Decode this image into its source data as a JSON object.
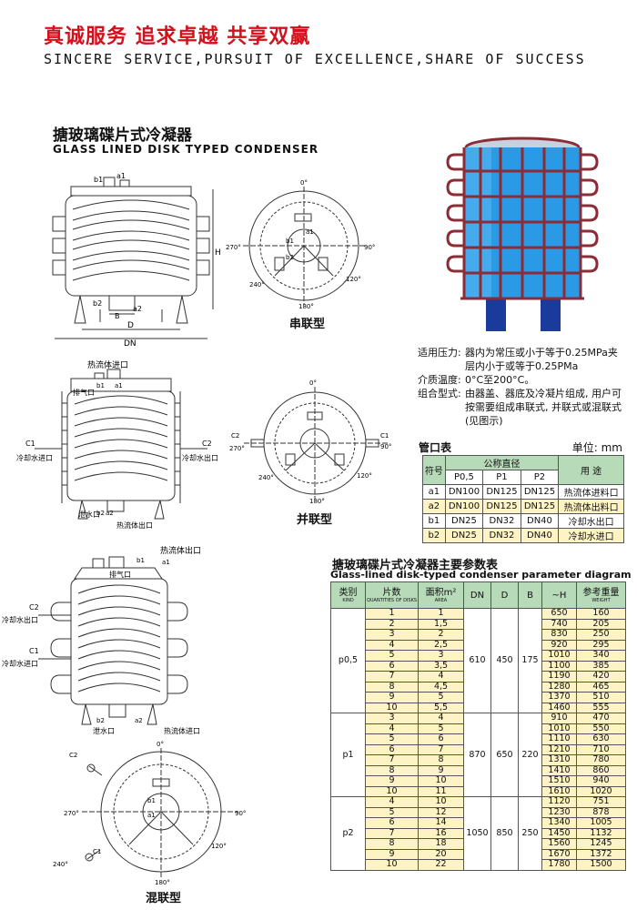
{
  "header": {
    "slogan_cn": "真诚服务 追求卓越 共享双赢",
    "slogan_en": "SINCERE SERVICE,PURSUIT OF EXCELLENCE,SHARE OF SUCCESS"
  },
  "product": {
    "title_cn": "搪玻璃碟片式冷凝器",
    "title_en": "GLASS LINED DISK TYPED CONDENSER"
  },
  "diagrams": {
    "series_caption": "串联型",
    "parallel_caption": "并联型",
    "mixed_caption": "混联型",
    "dim_H": "H",
    "dim_D": "D",
    "dim_DN": "DN",
    "dim_B": "B",
    "label_a1": "a1",
    "label_a2": "a2",
    "label_b1": "b1",
    "label_b2": "b2",
    "label_c1": "C1",
    "label_c2": "C2",
    "ang0": "0°",
    "ang90": "90°",
    "ang120": "120°",
    "ang180": "180°",
    "ang240": "240°",
    "ang270": "270°",
    "hot_in": "热流体进口",
    "hot_out": "热流体出口",
    "vent": "排气口",
    "drain": "泄水口",
    "cool_in": "冷却水进口",
    "cool_out": "冷却水出口"
  },
  "specs": [
    {
      "label": "适用压力:",
      "value": "器内为常压或小于等于0.25MPa夹层内小于或等于0.25PMa"
    },
    {
      "label": "介质温度:",
      "value": "0°C至200°C。"
    },
    {
      "label": "组合型式:",
      "value": "由器盖、器底及冷凝片组成, 用户可按需要组成串联式, 并联式或混联式(见图示)"
    }
  ],
  "port_table": {
    "title": "管口表",
    "unit": "单位: mm",
    "headers": {
      "symbol": "符号",
      "nominal": "公称直径",
      "purpose": "用 途",
      "p05": "P0,5",
      "p1": "P1",
      "p2": "P2"
    },
    "rows": [
      {
        "symbol": "a1",
        "p05": "DN100",
        "p1": "DN125",
        "p2": "DN125",
        "purpose": "热流体进料口"
      },
      {
        "symbol": "a2",
        "p05": "DN100",
        "p1": "DN125",
        "p2": "DN125",
        "purpose": "热流体出料口"
      },
      {
        "symbol": "b1",
        "p05": "DN25",
        "p1": "DN32",
        "p2": "DN40",
        "purpose": "冷却水出口"
      },
      {
        "symbol": "b2",
        "p05": "DN25",
        "p1": "DN32",
        "p2": "DN40",
        "purpose": "冷却水进口"
      }
    ]
  },
  "param_table": {
    "title_cn": "搪玻璃碟片式冷凝器主要参数表",
    "title_en": "Glass-lined disk-typed condenser parameter diagram",
    "headers": {
      "kind": "类别",
      "kind_en": "KIND",
      "disks": "片数",
      "disks_en": "QUANTITIES OF DISKS",
      "area": "面积m²",
      "area_en": "AREA",
      "dn": "DN",
      "d": "D",
      "b": "B",
      "h": "~H",
      "weight": "参考重量",
      "weight_en": "WEIGHT"
    },
    "groups": [
      {
        "kind": "p0,5",
        "dn": "610",
        "d": "450",
        "b": "175",
        "rows": [
          [
            "1",
            "1",
            "650",
            "160"
          ],
          [
            "2",
            "1,5",
            "740",
            "205"
          ],
          [
            "3",
            "2",
            "830",
            "250"
          ],
          [
            "4",
            "2,5",
            "920",
            "295"
          ],
          [
            "5",
            "3",
            "1010",
            "340"
          ],
          [
            "6",
            "3,5",
            "1100",
            "385"
          ],
          [
            "7",
            "4",
            "1190",
            "420"
          ],
          [
            "8",
            "4,5",
            "1280",
            "465"
          ],
          [
            "9",
            "5",
            "1370",
            "510"
          ],
          [
            "10",
            "5,5",
            "1460",
            "555"
          ]
        ]
      },
      {
        "kind": "p1",
        "dn": "870",
        "d": "650",
        "b": "220",
        "rows": [
          [
            "3",
            "4",
            "910",
            "470"
          ],
          [
            "4",
            "5",
            "1010",
            "550"
          ],
          [
            "5",
            "6",
            "1110",
            "630"
          ],
          [
            "6",
            "7",
            "1210",
            "710"
          ],
          [
            "7",
            "8",
            "1310",
            "780"
          ],
          [
            "8",
            "9",
            "1410",
            "860"
          ],
          [
            "9",
            "10",
            "1510",
            "940"
          ],
          [
            "10",
            "11",
            "1610",
            "1020"
          ]
        ]
      },
      {
        "kind": "p2",
        "dn": "1050",
        "d": "850",
        "b": "250",
        "rows": [
          [
            "4",
            "10",
            "1120",
            "751"
          ],
          [
            "5",
            "12",
            "1230",
            "878"
          ],
          [
            "6",
            "14",
            "1340",
            "1005"
          ],
          [
            "7",
            "16",
            "1450",
            "1132"
          ],
          [
            "8",
            "18",
            "1560",
            "1245"
          ],
          [
            "9",
            "20",
            "1670",
            "1372"
          ],
          [
            "10",
            "22",
            "1780",
            "1500"
          ]
        ]
      }
    ]
  }
}
